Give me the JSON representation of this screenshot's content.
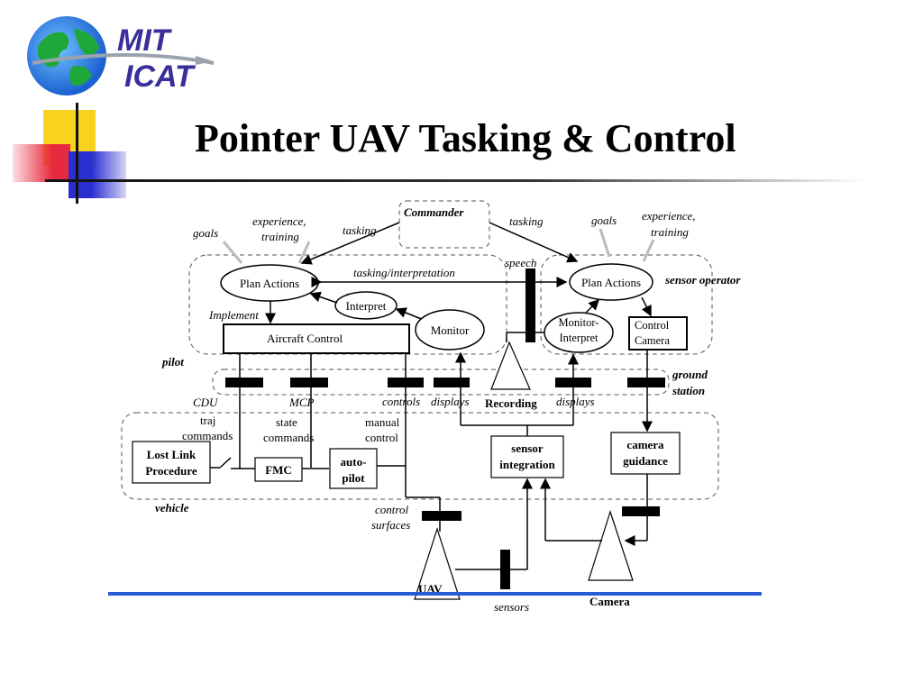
{
  "slide": {
    "title": "Pointer UAV Tasking & Control",
    "logo_line1": "MIT",
    "logo_line2": "ICAT"
  },
  "colors": {
    "title": "#000000",
    "logo_text": "#3a2f9a",
    "ground_line": "#2a5bd7",
    "deco_yellow": "#f7d21e",
    "deco_red": "#e8283c",
    "deco_blue": "#2b2fd0"
  },
  "diagram": {
    "commander": "Commander",
    "goals_left": "goals",
    "experience_left_1": "experience,",
    "experience_left_2": "training",
    "tasking_left": "tasking",
    "tasking_right": "tasking",
    "goals_right": "goals",
    "experience_right_1": "experience,",
    "experience_right_2": "training",
    "speech": "speech",
    "tasking_interpretation": "tasking/interpretation",
    "plan_actions_left": "Plan Actions",
    "plan_actions_right": "Plan Actions",
    "sensor_operator": "sensor operator",
    "interpret": "Interpret",
    "implement": "Implement",
    "aircraft_control": "Aircraft Control",
    "monitor": "Monitor",
    "monitor_interpret_1": "Monitor-",
    "monitor_interpret_2": "Interpret",
    "control_camera_1": "Control",
    "control_camera_2": "Camera",
    "pilot": "pilot",
    "ground_1": "ground",
    "ground_2": "station",
    "recording": "Recording",
    "cdu": "CDU",
    "mcp": "MCP",
    "controls": "controls",
    "displays_1": "displays",
    "displays_2": "displays",
    "traj_1": "traj",
    "traj_2": "commands",
    "state_1": "state",
    "state_2": "commands",
    "manual_1": "manual",
    "manual_2": "control",
    "lost_link_1": "Lost Link",
    "lost_link_2": "Procedure",
    "fmc": "FMC",
    "autopilot_1": "auto-",
    "autopilot_2": "pilot",
    "sensor_integration_1": "sensor",
    "sensor_integration_2": "integration",
    "camera_guidance_1": "camera",
    "camera_guidance_2": "guidance",
    "vehicle": "vehicle",
    "control_surfaces_1": "control",
    "control_surfaces_2": "surfaces",
    "uav": "UAV",
    "sensors": "sensors",
    "camera": "Camera"
  }
}
